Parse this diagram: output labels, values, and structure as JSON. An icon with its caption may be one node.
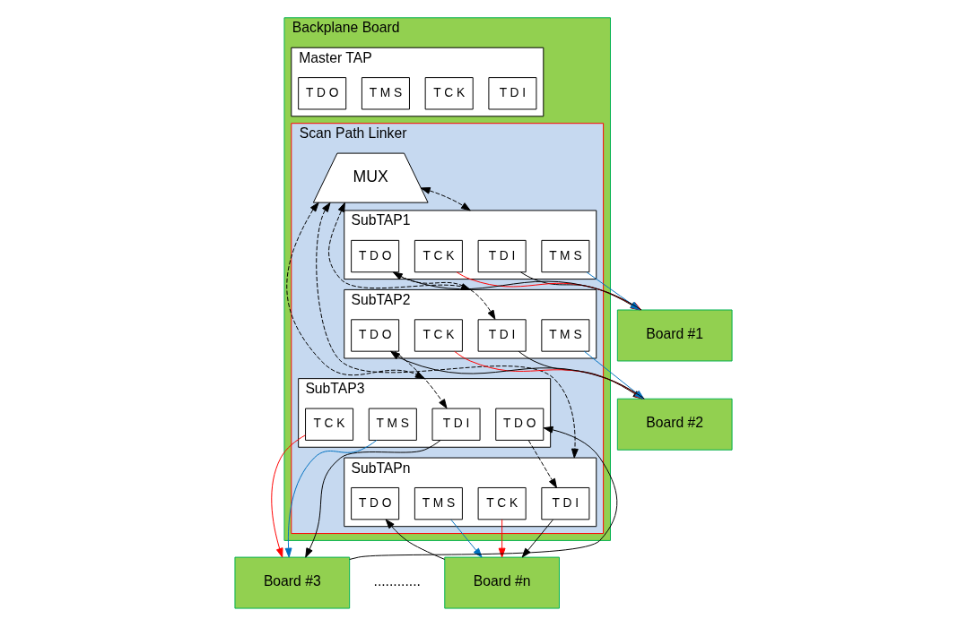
{
  "diagram": {
    "nodes": [
      {
        "text": [
          "Backplane Board"
        ]
      },
      {
        "text": [
          "Master TAP"
        ],
        "in": 0
      },
      {
        "text": [
          "T D I"
        ],
        "in": 1
      },
      {
        "text": [
          "T C K"
        ],
        "in": 1
      },
      {
        "text": [
          "T M S"
        ],
        "in": 1
      },
      {
        "text": [
          "T D O"
        ],
        "in": 1
      },
      {
        "text": [
          "Scan Path Linker"
        ],
        "in": 0
      },
      {
        "text": [
          "MUX"
        ],
        "in": 6
      },
      {
        "text": [
          "SubTAP1"
        ],
        "in": 6
      },
      {
        "text": [
          "T D I"
        ],
        "in": 8
      },
      {
        "text": [
          "T C K"
        ],
        "in": 8
      },
      {
        "text": [
          "T M S"
        ],
        "in": 8
      },
      {
        "text": [
          "T D O"
        ],
        "in": 8
      },
      {
        "text": [
          "SubTAP2"
        ],
        "in": 6
      },
      {
        "text": [
          "T D I"
        ],
        "in": 13
      },
      {
        "text": [
          "T C K"
        ],
        "in": 13
      },
      {
        "text": [
          "T M S"
        ],
        "in": 13
      },
      {
        "text": [
          "T D O"
        ],
        "in": 13
      },
      {
        "text": [
          "SubTAP3"
        ],
        "in": 6
      },
      {
        "text": [
          "T D I"
        ],
        "in": 18
      },
      {
        "text": [
          "T C K"
        ],
        "in": 18
      },
      {
        "text": [
          "T M S"
        ],
        "in": 18
      },
      {
        "text": [
          "T D O"
        ],
        "in": 18
      },
      {
        "text": [
          "SubTAPn"
        ],
        "in": 6
      },
      {
        "text": [
          "T D I"
        ],
        "in": 23
      },
      {
        "text": [
          "T C K"
        ],
        "in": 23
      },
      {
        "text": [
          "T M S"
        ],
        "in": 23
      },
      {
        "text": [
          "T D O"
        ],
        "in": 23
      },
      {
        "text": [
          "Board #1"
        ]
      },
      {
        "text": [
          "Board #2"
        ]
      },
      {
        "text": [
          "Board #3"
        ]
      },
      {
        "text": [
          "Board #n"
        ]
      }
    ],
    "edges": [
      {
        "from": 7,
        "to": 8,
        "arrow": "both",
        "style": "dashed"
      },
      {
        "from": 7,
        "to": 13,
        "arrow": "both",
        "style": "dashed"
      },
      {
        "from": 7,
        "to": 18,
        "arrow": "both",
        "style": "dashed"
      },
      {
        "from": 7,
        "to": 23,
        "arrow": "both",
        "style": "dashed"
      },
      {
        "from": 12,
        "to": 14,
        "arrow": "to",
        "style": "dashed"
      },
      {
        "from": 17,
        "to": 19,
        "arrow": "to",
        "style": "dashed"
      },
      {
        "from": 22,
        "to": 24,
        "arrow": "to",
        "style": "dashed"
      },
      {
        "from": 9,
        "to": 28,
        "arrow": "to"
      },
      {
        "from": 10,
        "to": 28,
        "arrow": "to",
        "color": "#ff0000"
      },
      {
        "from": 11,
        "to": 28,
        "arrow": "to",
        "color": "#0070c0"
      },
      {
        "from": 28,
        "to": 12,
        "arrow": "to"
      },
      {
        "from": 14,
        "to": 29,
        "arrow": "to"
      },
      {
        "from": 15,
        "to": 29,
        "arrow": "to",
        "color": "#ff0000"
      },
      {
        "from": 16,
        "to": 29,
        "arrow": "to",
        "color": "#0070c0"
      },
      {
        "from": 29,
        "to": 17,
        "arrow": "to"
      },
      {
        "from": 19,
        "to": 30,
        "arrow": "to"
      },
      {
        "from": 20,
        "to": 30,
        "arrow": "to",
        "color": "#ff0000"
      },
      {
        "from": 21,
        "to": 30,
        "arrow": "to",
        "color": "#0070c0"
      },
      {
        "from": 30,
        "to": 22,
        "arrow": "to"
      },
      {
        "from": 24,
        "to": 31,
        "arrow": "to"
      },
      {
        "from": 25,
        "to": 31,
        "arrow": "to",
        "color": "#ff0000"
      },
      {
        "from": 26,
        "to": 31,
        "arrow": "to",
        "color": "#0070c0"
      },
      {
        "from": 31,
        "to": 27,
        "arrow": "to"
      }
    ],
    "labels": [
      "............"
    ]
  }
}
